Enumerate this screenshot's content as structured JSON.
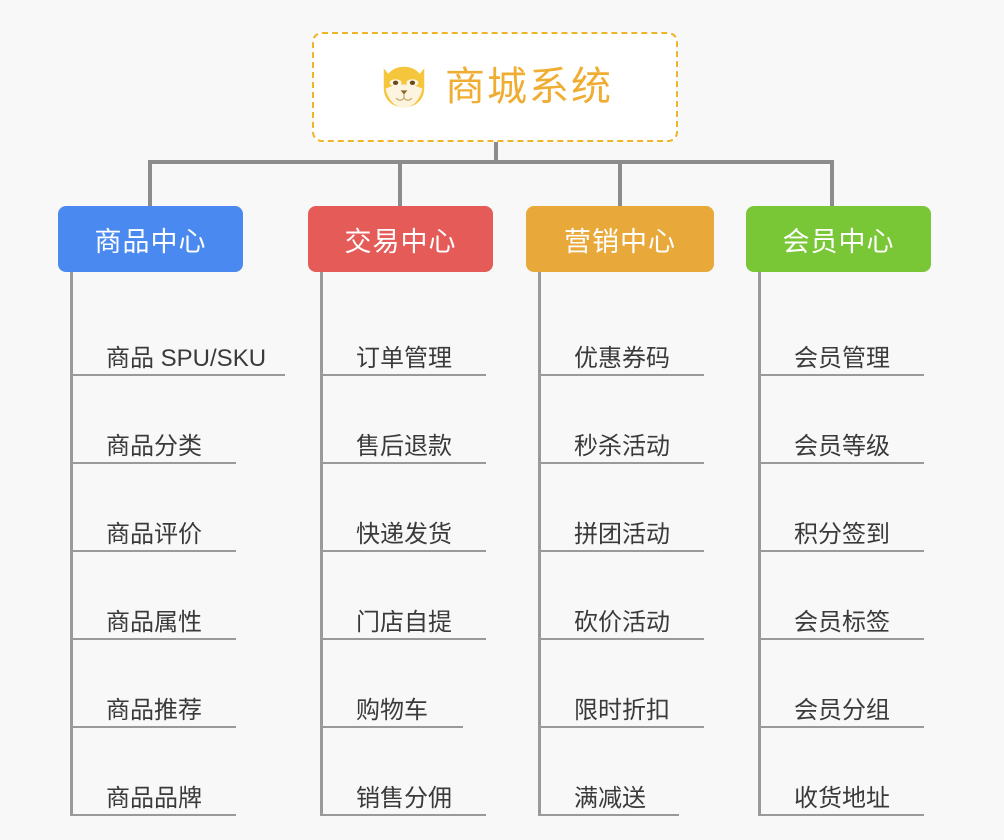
{
  "background_color": "#f8f8f8",
  "root": {
    "title": "商城系统",
    "icon": "shiba-dog-face-icon",
    "text_color": "#f0ad33",
    "border_color": "#f0b429"
  },
  "connector_color": "#8c8c8c",
  "columns": [
    {
      "id": "product-center",
      "label": "商品中心",
      "color": "#4a8af0",
      "items": [
        {
          "label": "商品 SPU/SKU"
        },
        {
          "label": "商品分类"
        },
        {
          "label": "商品评价"
        },
        {
          "label": "商品属性"
        },
        {
          "label": "商品推荐"
        },
        {
          "label": "商品品牌"
        }
      ]
    },
    {
      "id": "trade-center",
      "label": "交易中心",
      "color": "#e45b58",
      "items": [
        {
          "label": "订单管理"
        },
        {
          "label": "售后退款"
        },
        {
          "label": "快递发货"
        },
        {
          "label": "门店自提"
        },
        {
          "label": "购物车"
        },
        {
          "label": "销售分佣"
        }
      ]
    },
    {
      "id": "marketing-center",
      "label": "营销中心",
      "color": "#e8a93a",
      "items": [
        {
          "label": "优惠券码"
        },
        {
          "label": "秒杀活动"
        },
        {
          "label": "拼团活动"
        },
        {
          "label": "砍价活动"
        },
        {
          "label": "限时折扣"
        },
        {
          "label": "满减送"
        }
      ]
    },
    {
      "id": "member-center",
      "label": "会员中心",
      "color": "#79c636",
      "items": [
        {
          "label": "会员管理"
        },
        {
          "label": "会员等级"
        },
        {
          "label": "积分签到"
        },
        {
          "label": "会员标签"
        },
        {
          "label": "会员分组"
        },
        {
          "label": "收货地址"
        }
      ]
    }
  ]
}
